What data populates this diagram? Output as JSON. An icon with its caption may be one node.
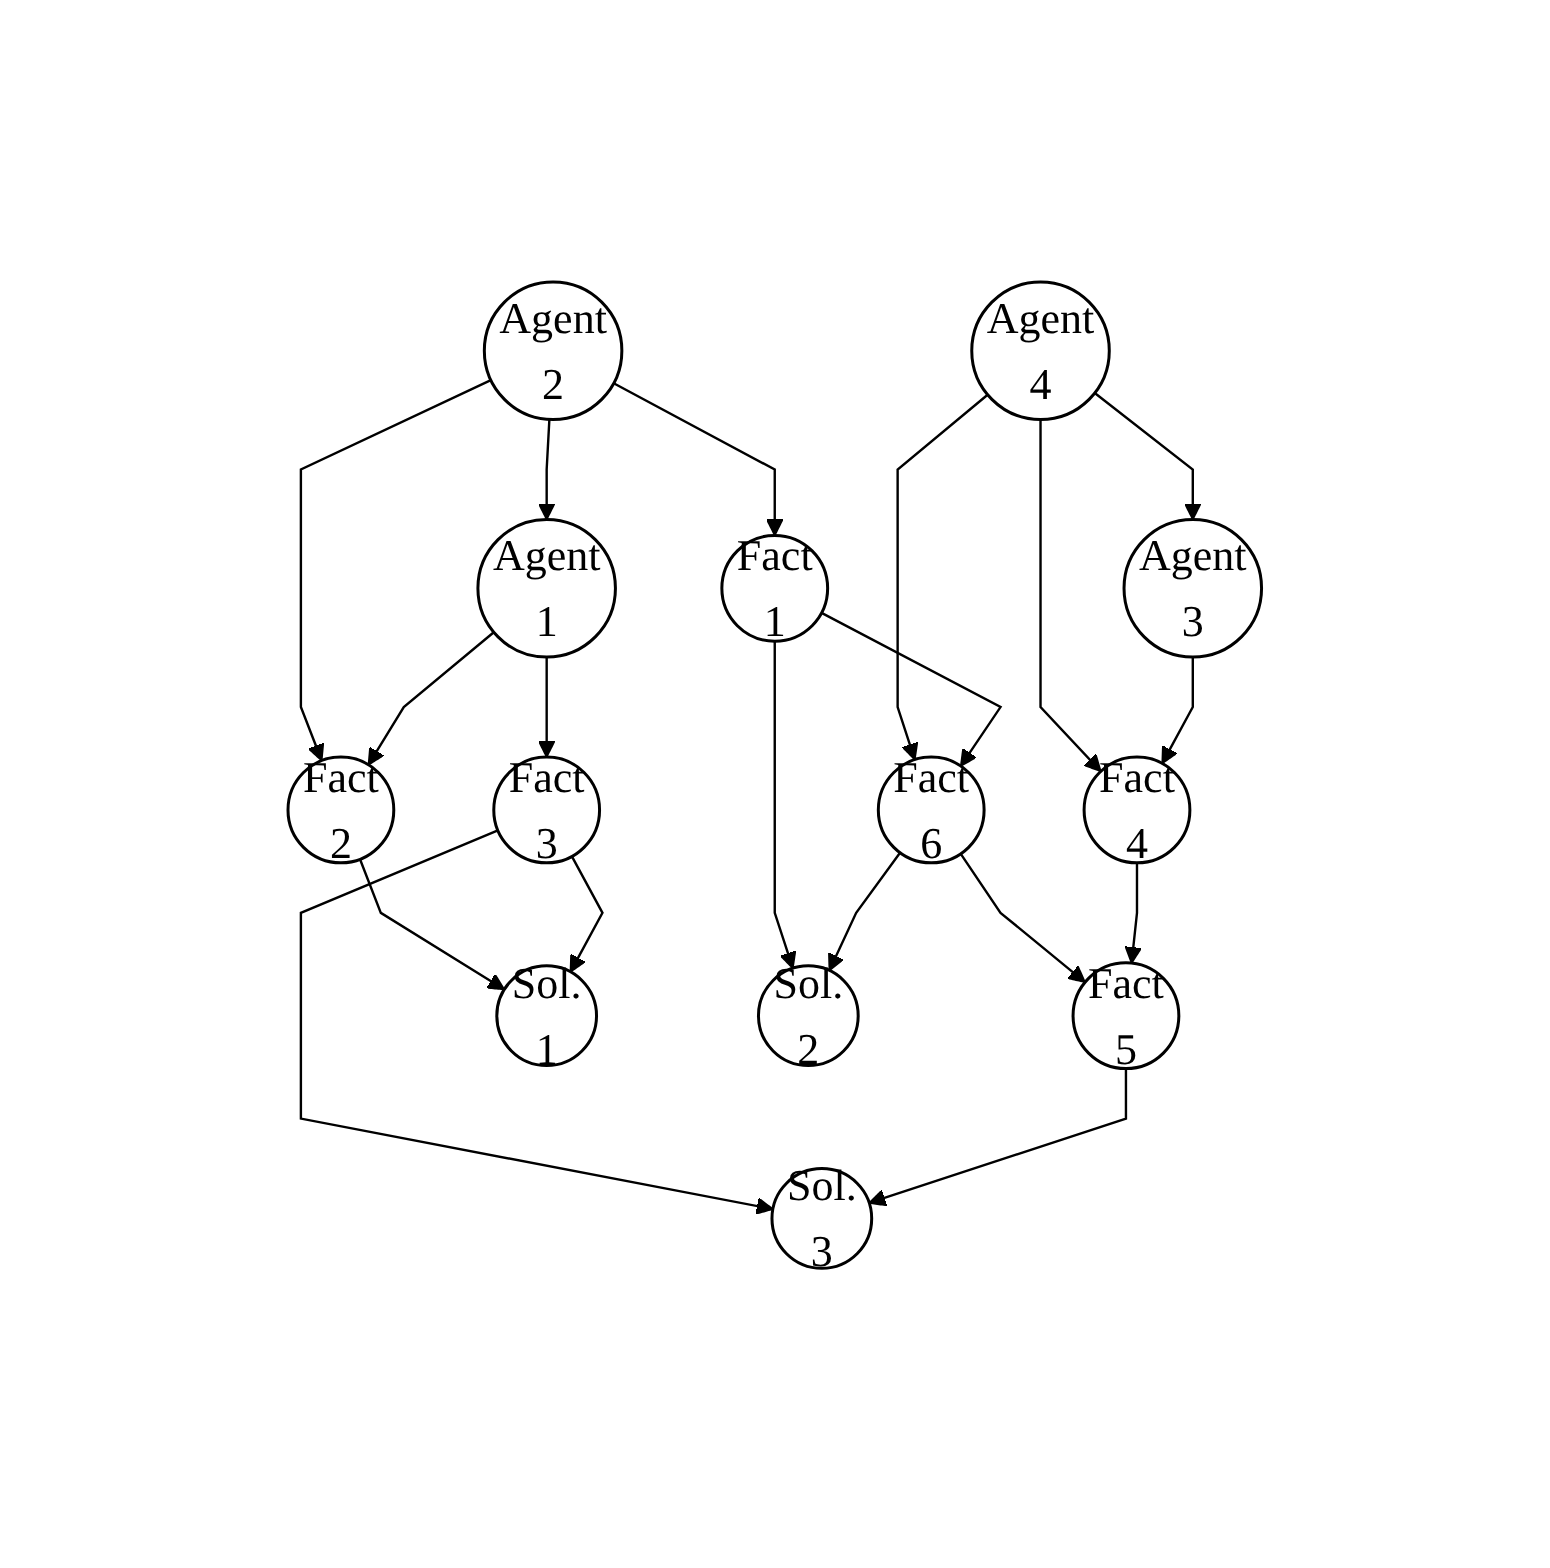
{
  "diagram": {
    "nodes": [
      {
        "text": [
          "Agent 2"
        ]
      },
      {
        "text": [
          "Agent 4"
        ]
      },
      {
        "text": [
          "Agent 1"
        ]
      },
      {
        "text": [
          "Agent 3"
        ]
      },
      {
        "text": [
          "Fact 1"
        ]
      },
      {
        "text": [
          "Fact 6"
        ]
      },
      {
        "text": [
          "Fact 2"
        ]
      },
      {
        "text": [
          "Fact 3"
        ]
      },
      {
        "text": [
          "Fact 4"
        ]
      },
      {
        "text": [
          "Fact 5"
        ]
      },
      {
        "text": [
          "Sol. 1"
        ]
      },
      {
        "text": [
          "Sol. 2"
        ]
      },
      {
        "text": [
          "Sol. 3"
        ]
      }
    ],
    "edges": [
      {
        "from": 0,
        "to": 2,
        "arrow": "to"
      },
      {
        "from": 0,
        "to": 6,
        "arrow": "to"
      },
      {
        "from": 0,
        "to": 4,
        "arrow": "to"
      },
      {
        "from": 2,
        "to": 6,
        "arrow": "to"
      },
      {
        "from": 2,
        "to": 7,
        "arrow": "to"
      },
      {
        "from": 1,
        "to": 5,
        "arrow": "to"
      },
      {
        "from": 1,
        "to": 3,
        "arrow": "to"
      },
      {
        "from": 1,
        "to": 8,
        "arrow": "to"
      },
      {
        "from": 3,
        "to": 8,
        "arrow": "to"
      },
      {
        "from": 4,
        "to": 5,
        "arrow": "to"
      },
      {
        "from": 4,
        "to": 11,
        "arrow": "to"
      },
      {
        "from": 5,
        "to": 11,
        "arrow": "to"
      },
      {
        "from": 5,
        "to": 9,
        "arrow": "to"
      },
      {
        "from": 8,
        "to": 9,
        "arrow": "to"
      },
      {
        "from": 6,
        "to": 10,
        "arrow": "to"
      },
      {
        "from": 7,
        "to": 10,
        "arrow": "to"
      },
      {
        "from": 7,
        "to": 12,
        "arrow": "to"
      },
      {
        "from": 9,
        "to": 12,
        "arrow": "to"
      }
    ]
  }
}
